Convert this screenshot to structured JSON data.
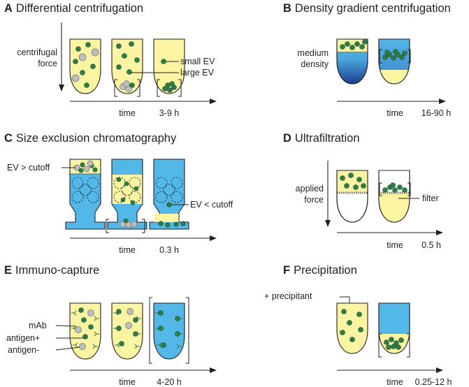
{
  "colors": {
    "yellow": "#fbf4a2",
    "blue": "#53b7e8",
    "navy": "#1b3f8f",
    "green": "#2f7d46",
    "gray": "#bcbec0",
    "ink": "#231f20"
  },
  "panels": {
    "A": {
      "letter": "A",
      "title": "Differential centrifugation",
      "force_label": [
        "centrifugal",
        "force"
      ],
      "time_label": "time",
      "duration": "3-9 h",
      "small_ev": "small EV",
      "large_ev": "large EV"
    },
    "B": {
      "letter": "B",
      "title": "Density gradient centrifugation",
      "medium_label": [
        "medium",
        "density"
      ],
      "time_label": "time",
      "duration": "16-90 h"
    },
    "C": {
      "letter": "C",
      "title": "Size exclusion chromatography",
      "ev_gt": "EV > cutoff",
      "ev_lt": "EV < cutoff",
      "time_label": "time",
      "duration": "0.3 h"
    },
    "D": {
      "letter": "D",
      "title": "Ultrafiltration",
      "force_label": [
        "applied",
        "force"
      ],
      "filter": "filter",
      "time_label": "time",
      "duration": "0.5 h"
    },
    "E": {
      "letter": "E",
      "title": "Immuno-capture",
      "mab": "mAb",
      "antigen_pos": "antigen+",
      "antigen_neg": "antigen-",
      "time_label": "time",
      "duration": "4-20 h"
    },
    "F": {
      "letter": "F",
      "title": "Precipitation",
      "precipitant": "+ precipitant",
      "time_label": "time",
      "duration": "0.25-12 h"
    }
  }
}
